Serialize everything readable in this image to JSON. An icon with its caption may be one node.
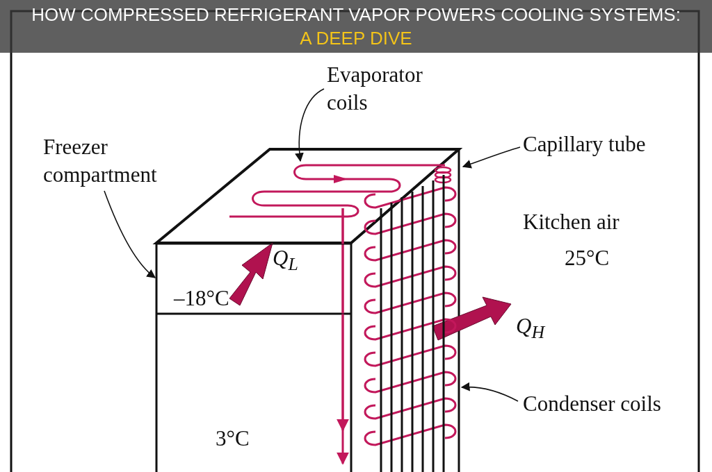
{
  "diagram": {
    "title": "HOW COMPRESSED REFRIGERANT VAPOR POWERS COOLING SYSTEMS: A DEEP DIVE",
    "nodes": [
      {
        "text": [
          "Evaporator coils"
        ]
      },
      {
        "text": [],
        "shape": "picture"
      },
      {
        "text": [
          "Freezer compartment"
        ]
      },
      {
        "text": [],
        "shape": "box"
      },
      {
        "text": [
          "Capillary tube"
        ]
      },
      {
        "text": [],
        "shape": "picture"
      },
      {
        "text": [
          "Condenser coils"
        ]
      },
      {
        "text": [],
        "shape": "picture"
      }
    ],
    "edges": [
      {
        "from": 0,
        "to": 1,
        "arrow": "to"
      },
      {
        "from": 2,
        "to": 3,
        "arrow": "to"
      },
      {
        "from": 4,
        "to": 5,
        "arrow": "to"
      },
      {
        "from": 6,
        "to": 7,
        "arrow": "to"
      }
    ],
    "labels": [
      "Kitchen air",
      "25°C",
      "Q$_{L}$",
      "–18°C",
      "Q$_{H}$",
      "3°C"
    ]
  }
}
